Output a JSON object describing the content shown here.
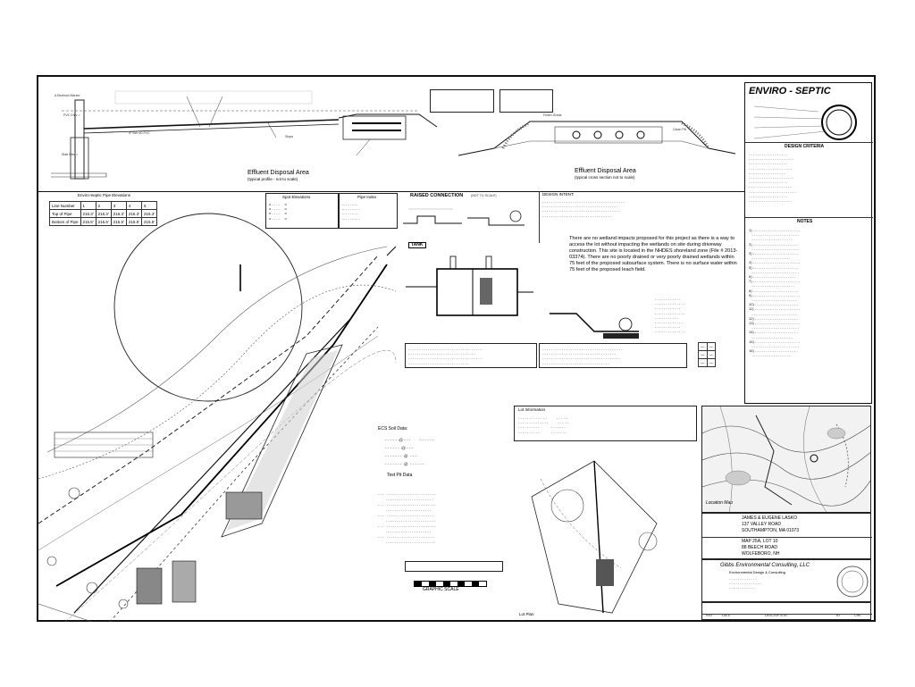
{
  "profile_left": {
    "title": "Effluent Disposal Area",
    "subtitle": "(typical profile - not to scale)"
  },
  "profile_right": {
    "title": "Effluent Disposal Area",
    "subtitle": "(typical cross section not to scale)",
    "labels": [
      "Finish Grade",
      "Clean Fill"
    ]
  },
  "title_block": {
    "brand": "ENVIRO - SEPTIC",
    "design_criteria_heading": "DESIGN CRITERIA",
    "notes_heading": "NOTES"
  },
  "elevations_table": {
    "title": "Enviro-Septic Pipe Elevations",
    "header": [
      "Line Number",
      "1",
      "2",
      "3",
      "4",
      "5"
    ],
    "rows": [
      [
        "Top of Pipe",
        "216.3'",
        "216.3'",
        "216.3'",
        "216.3'",
        "216.3'"
      ],
      [
        "Bottom of Pipe",
        "215.5'",
        "215.5'",
        "215.5'",
        "215.5'",
        "215.5'"
      ]
    ]
  },
  "spot_elevations": {
    "title": "Spot Elevations"
  },
  "pipe_index": {
    "title": "Pipe Index"
  },
  "raised_connection": {
    "title": "RAISED CONNECTION",
    "note": "(NOT TO SCALE)"
  },
  "design_intent": {
    "heading": "DESIGN INTENT:",
    "body": "There are no wetland impacts proposed for this project as there is a way to access the lot without impacting the wetlands on site during driveway construction. This site is located in the NHDES shoreland zone (File # 2013-03374). There are no poorly drained or very poorly drained wetlands within 75 feet of the proposed subsurface system. There is no surface water within 75 feet of the proposed leach field."
  },
  "tank": {
    "label": "TANK"
  },
  "soils": {
    "ecs_label": "ECS Soil Data:",
    "test_pit": "Test Pit Data",
    "graphic_scale": "GRAPHIC SCALE"
  },
  "lot_info": {
    "title": "Lot Information",
    "lot_plan": "Lot Plan"
  },
  "location_map": {
    "title": "Location Map"
  },
  "owner": {
    "name": "JAMES & EUGENE LASKO",
    "street": "137 VALLEY ROAD",
    "city": "SOUTHAMPTON, MA 01073",
    "map_lot": "MAP 25A, LOT 10",
    "site_street": "88 BEECH ROAD",
    "town": "WOLFEBORO, NH"
  },
  "engineer": {
    "name": "Gibbs Environmental Consulting, LLC",
    "detail": "Environmental Design & Consulting"
  },
  "revision": {
    "headers": [
      "REV",
      "DATE",
      "DESCRIPTION",
      "BY",
      "CHK"
    ]
  }
}
